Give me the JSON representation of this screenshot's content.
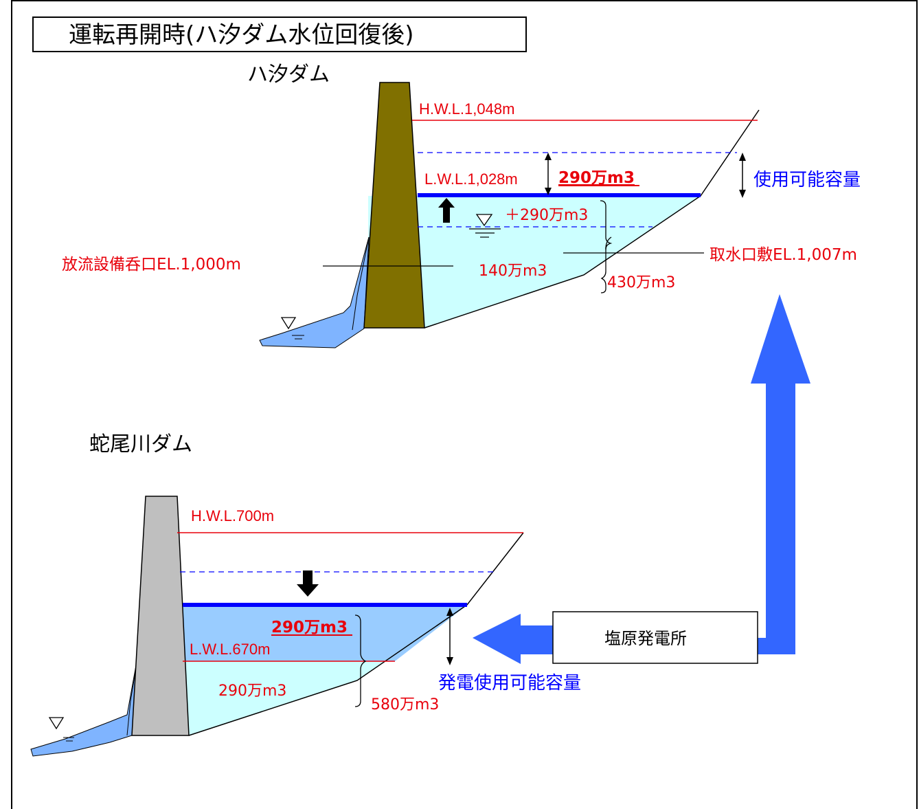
{
  "title": "運転再開時(ハ汐ダム水位回復後)",
  "colors": {
    "red": "#e8000b",
    "blue": "#0000ff",
    "arrow_blue": "#3366ff",
    "water": "#ccffff",
    "water_deep": "#99ccff",
    "hachio_dam": "#807000",
    "jabi_dam": "#bfbfbf"
  },
  "hachio": {
    "name": "ハ汐ダム",
    "hwl": "H.W.L.1,048m",
    "lwl": "L.W.L.1,028m",
    "usable_volume": "290万m3",
    "usable_label": "使用可能容量",
    "added_volume": "＋290万m3",
    "outlet": "放流設備呑口EL.1,000m",
    "intake": "取水口敷EL.1,007m",
    "dead_volume": "140万m3",
    "total_volume": "430万m3"
  },
  "jabi": {
    "name": "蛇尾川ダム",
    "hwl": "H.W.L.700m",
    "lwl": "L.W.L.670m",
    "generation_volume": "290万m3",
    "generation_label": "発電使用可能容量",
    "dead_volume": "290万m3",
    "total_volume": "580万m3"
  },
  "station": {
    "name": "塩原発電所"
  }
}
